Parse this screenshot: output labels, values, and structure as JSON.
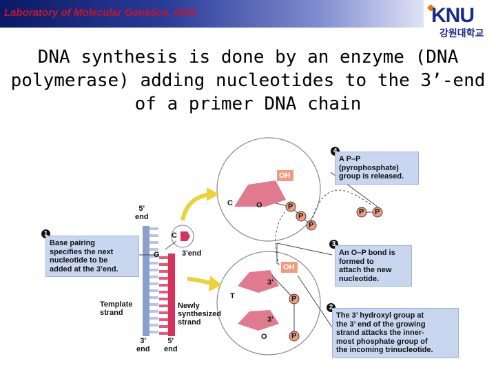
{
  "header": {
    "lab_name": "Laboratory of Molecular Genetics, KNU"
  },
  "logo": {
    "name": "KNU",
    "subtitle": "강원대학교"
  },
  "title": "DNA synthesis is done by an enzyme (DNA polymerase) adding nucleotides to the 3’-end of a primer DNA chain",
  "figure": {
    "callouts": {
      "step1": {
        "number": "1",
        "text": "Base pairing\nspecifies the next\nnucleotide to be\nadded at the 3’end."
      },
      "step2": {
        "number": "2",
        "text": "The 3’ hydroxyl group at\nthe 3’ end of the growing\nstrand attacks the inner-\nmost phosphate group of\nthe incoming trinucleotide."
      },
      "step3": {
        "number": "3",
        "text": "An O–P bond is\nformed to\nattach the new\nnucleotide."
      },
      "step4": {
        "number": "4",
        "text": "A P–P\n(pyrophosphate)\ngroup is released."
      }
    },
    "labels": {
      "five_prime_top": "5'\nend",
      "three_prime_bottom": "3'\nend",
      "five_prime_bottom": "5'\nend",
      "template_strand": "Template\nstrand",
      "newly_synthesized": "Newly\nsynthesized\nstrand",
      "three_end_mark": "3'end",
      "base_c": "C",
      "base_g": "G",
      "oh_top": "OH",
      "oh_bottom": "OH",
      "c_atom": "C",
      "o_top": "O",
      "o_bottom": "O",
      "p1": "P",
      "p2": "P",
      "p3": "P",
      "p_lower1": "P",
      "p_lower2": "P",
      "pp_left": "P",
      "pp_right": "P",
      "three_prime_sugar1": "3'",
      "three_prime_sugar2": "3'",
      "t_label": "T"
    },
    "colors": {
      "template": "#8aa0cc",
      "new_strand": "#d8315b",
      "sugar": "#e07b8f",
      "oh_box": "#f29a7c",
      "arrow": "#ecd23a",
      "callout": "#c8d6ef"
    }
  }
}
